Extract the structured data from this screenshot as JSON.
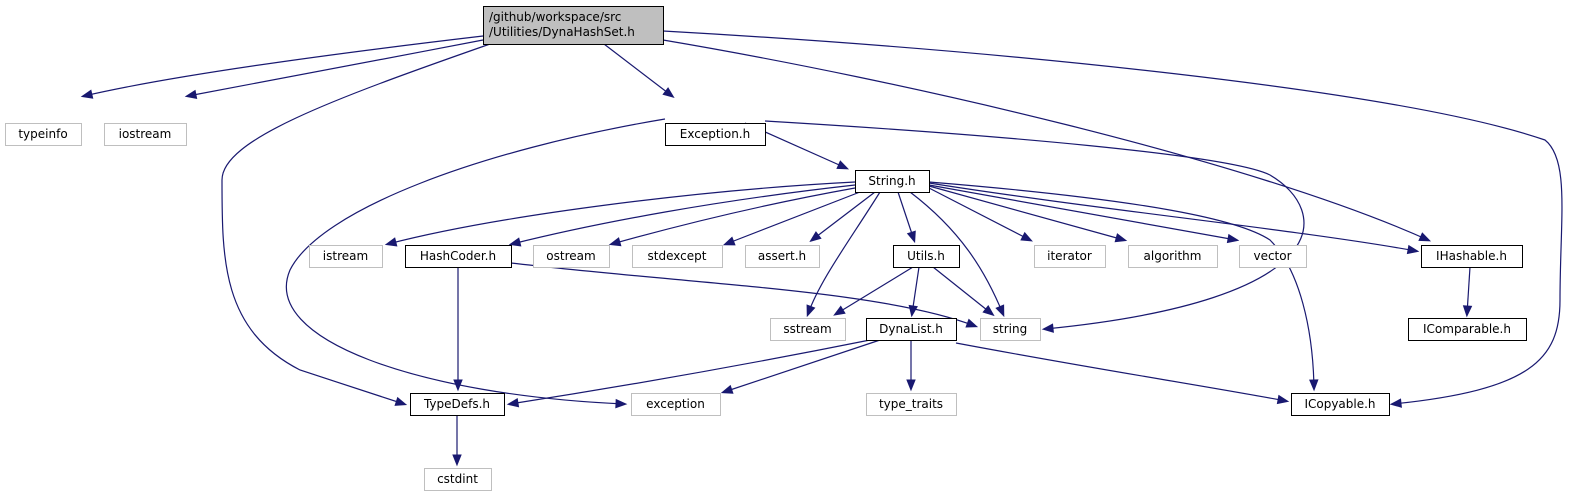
{
  "diagram": {
    "type": "include-dependency-graph",
    "colors": {
      "edge": "#191970",
      "root_fill": "#bfbfbf",
      "external_border": "#bfbfbf",
      "internal_border": "#000000"
    },
    "nodes": [
      {
        "id": "root",
        "kind": "root",
        "lines": [
          "/github/workspace/src",
          "/Utilities/DynaHashSet.h"
        ]
      },
      {
        "id": "typeinfo",
        "kind": "external",
        "lines": [
          "typeinfo"
        ]
      },
      {
        "id": "iostream",
        "kind": "external",
        "lines": [
          "iostream"
        ]
      },
      {
        "id": "exception_h",
        "kind": "internal",
        "lines": [
          "Exception.h"
        ]
      },
      {
        "id": "string_h",
        "kind": "internal",
        "lines": [
          "String.h"
        ]
      },
      {
        "id": "istream",
        "kind": "external",
        "lines": [
          "istream"
        ]
      },
      {
        "id": "hashcoder",
        "kind": "internal",
        "lines": [
          "HashCoder.h"
        ]
      },
      {
        "id": "ostream",
        "kind": "external",
        "lines": [
          "ostream"
        ]
      },
      {
        "id": "stdexcept",
        "kind": "external",
        "lines": [
          "stdexcept"
        ]
      },
      {
        "id": "assert",
        "kind": "external",
        "lines": [
          "assert.h"
        ]
      },
      {
        "id": "utils",
        "kind": "internal",
        "lines": [
          "Utils.h"
        ]
      },
      {
        "id": "iterator",
        "kind": "external",
        "lines": [
          "iterator"
        ]
      },
      {
        "id": "algorithm",
        "kind": "external",
        "lines": [
          "algorithm"
        ]
      },
      {
        "id": "vector",
        "kind": "external",
        "lines": [
          "vector"
        ]
      },
      {
        "id": "ihashable",
        "kind": "internal",
        "lines": [
          "IHashable.h"
        ]
      },
      {
        "id": "sstream",
        "kind": "external",
        "lines": [
          "sstream"
        ]
      },
      {
        "id": "dynalist",
        "kind": "internal",
        "lines": [
          "DynaList.h"
        ]
      },
      {
        "id": "string",
        "kind": "external",
        "lines": [
          "string"
        ]
      },
      {
        "id": "icomparable",
        "kind": "internal",
        "lines": [
          "IComparable.h"
        ]
      },
      {
        "id": "typedefs",
        "kind": "internal",
        "lines": [
          "TypeDefs.h"
        ]
      },
      {
        "id": "exception",
        "kind": "external",
        "lines": [
          "exception"
        ]
      },
      {
        "id": "type_traits",
        "kind": "external",
        "lines": [
          "type_traits"
        ]
      },
      {
        "id": "icopyable",
        "kind": "internal",
        "lines": [
          "ICopyable.h"
        ]
      },
      {
        "id": "cstdint",
        "kind": "external",
        "lines": [
          "cstdint"
        ]
      }
    ],
    "edges": [
      [
        "root",
        "typeinfo"
      ],
      [
        "root",
        "iostream"
      ],
      [
        "root",
        "exception_h"
      ],
      [
        "root",
        "typedefs"
      ],
      [
        "root",
        "ihashable"
      ],
      [
        "root",
        "icopyable"
      ],
      [
        "exception_h",
        "string_h"
      ],
      [
        "exception_h",
        "exception"
      ],
      [
        "exception_h",
        "string"
      ],
      [
        "string_h",
        "istream"
      ],
      [
        "string_h",
        "hashcoder"
      ],
      [
        "string_h",
        "ostream"
      ],
      [
        "string_h",
        "stdexcept"
      ],
      [
        "string_h",
        "assert"
      ],
      [
        "string_h",
        "sstream"
      ],
      [
        "string_h",
        "utils"
      ],
      [
        "string_h",
        "string"
      ],
      [
        "string_h",
        "iterator"
      ],
      [
        "string_h",
        "algorithm"
      ],
      [
        "string_h",
        "vector"
      ],
      [
        "string_h",
        "ihashable"
      ],
      [
        "string_h",
        "icopyable"
      ],
      [
        "hashcoder",
        "typedefs"
      ],
      [
        "hashcoder",
        "string"
      ],
      [
        "utils",
        "sstream"
      ],
      [
        "utils",
        "dynalist"
      ],
      [
        "utils",
        "string"
      ],
      [
        "dynalist",
        "typedefs"
      ],
      [
        "dynalist",
        "exception"
      ],
      [
        "dynalist",
        "type_traits"
      ],
      [
        "dynalist",
        "icopyable"
      ],
      [
        "ihashable",
        "icomparable"
      ],
      [
        "typedefs",
        "cstdint"
      ]
    ]
  }
}
